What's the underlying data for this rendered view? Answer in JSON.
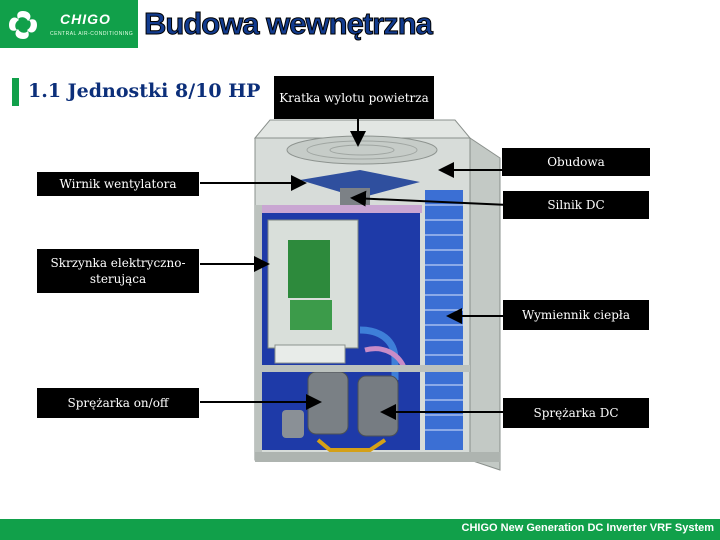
{
  "header": {
    "brand": "CHIGO",
    "brand_sub": "CENTRAL AIR-CONDITIONING",
    "title": "Budowa wewnętrzna"
  },
  "section": {
    "title": "1.1 Jednostki 8/10 HP"
  },
  "labels": {
    "air_outlet_grille": "Kratka wylotu powietrza",
    "casing": "Obudowa",
    "fan_impeller": "Wirnik wentylatora",
    "dc_motor": "Silnik DC",
    "control_box": "Skrzynka elektryczno-sterująca",
    "heat_exchanger": "Wymiennik ciepła",
    "onoff_compressor": "Sprężarka on/off",
    "dc_compressor": "Sprężarka DC"
  },
  "footer": {
    "text": "CHIGO New Generation DC Inverter VRF System"
  },
  "colors": {
    "brand_green": "#11a04a",
    "title_blue": "#123b8e",
    "label_bg": "#000000"
  }
}
